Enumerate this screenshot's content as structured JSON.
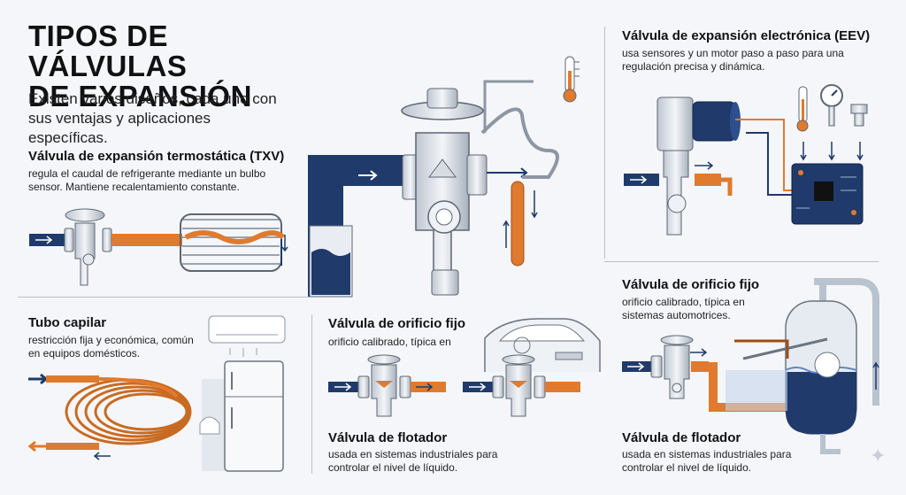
{
  "title_line1": "TIPOS DE VÁLVULAS",
  "title_line2": "DE EXPANSIÓN",
  "intro": "Existen varios diseños, cada uno con sus ventajas y aplicaciones específicas.",
  "sections": {
    "txv": {
      "heading": "Válvula de expansión termostática (TXV)",
      "desc": "regula el caudal de refrigerante mediante un bulbo sensor. Mantiene recalentamiento constante."
    },
    "eev": {
      "heading": "Válvula de expansión electrónica (EEV)",
      "desc": "usa sensores y un motor paso a paso para una regulación precisa y dinámica."
    },
    "capillary": {
      "heading": "Tubo capilar",
      "desc": "restricción fija y económica, común en equipos domésticos."
    },
    "orifice_center": {
      "heading": "Válvula de orificio fijo",
      "desc": "orificio calibrado, típica en"
    },
    "orifice_right": {
      "heading": "Válvula de orificio fijo",
      "desc": "orificio calibrado, típica en sistemas automotrices."
    },
    "float_center": {
      "heading": "Válvula de flotador",
      "desc": "usada en sistemas industriales para controlar el nivel de líquido."
    },
    "float_right": {
      "heading": "Válvula de flotador",
      "desc": "usada en sistemas industriales para controlar el nivel de líquido."
    }
  },
  "colors": {
    "navy": "#1f3a6b",
    "orange": "#e07a2e",
    "steel": "#c9cfd8",
    "rule": "#b9bec7"
  },
  "icons": [
    "thermometer-icon",
    "pressure-gauge-icon",
    "sensor-icon",
    "control-board-icon",
    "car-icon",
    "ac-unit-icon",
    "fridge-icon",
    "kettle-icon",
    "sparkle-icon"
  ]
}
